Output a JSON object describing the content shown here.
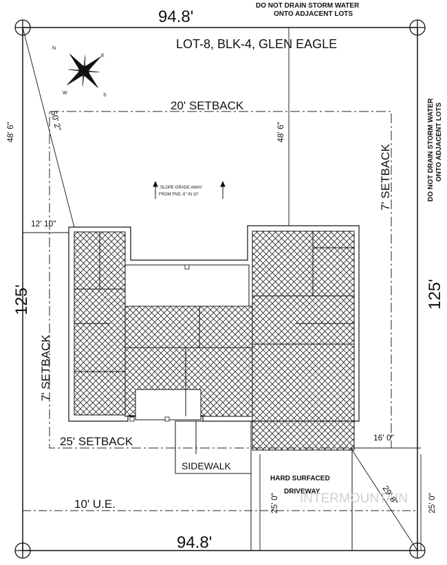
{
  "drawing": {
    "top_frontage": "94.8'",
    "bottom_frontage": "94.8'",
    "side_length_left": "125'",
    "side_length_right": "125'",
    "lot_title": "LOT-8, BLK-4, GLEN EAGLE",
    "drain_note_top_line1": "DO NOT DRAIN STORM WATER",
    "drain_note_top_line2": "ONTO ADJACENT LOTS",
    "drain_note_side_line1": "DO NOT DRAIN STORM WATER",
    "drain_note_side_line2": "ONTO ADJACENT LOTS",
    "front_setback": "20' SETBACK",
    "left_setback": "7' SETBACK",
    "right_setback": "7' SETBACK",
    "rear_setback": "25' SETBACK",
    "slope_note_line1": "SLOPE GRADE AWAY",
    "slope_note_line2": "FROM FND. 6\" IN 10'",
    "dim_left_48_6": "48' 6\"",
    "dim_center_48_6": "48' 6\"",
    "dim_diag_50_2": "50' 2\"",
    "dim_12_10": "12' 10\"",
    "dim_16_0": "16' 0\"",
    "dim_25_0_left": "25' 0\"",
    "dim_25_0_right": "25' 0\"",
    "dim_29_8": "29' 8\"",
    "sidewalk": "SIDEWALK",
    "driveway_line1": "HARD SURFACED",
    "driveway_line2": "DRIVEWAY",
    "utility_easement": "10' U.E.",
    "watermark": "INTERMOUNTAIN",
    "compass": {
      "n": "N",
      "e": "E",
      "s": "S",
      "w": "W"
    }
  },
  "colors": {
    "ink": "#111111",
    "hatch": "#333333",
    "watermark": "#cfcfcf"
  }
}
